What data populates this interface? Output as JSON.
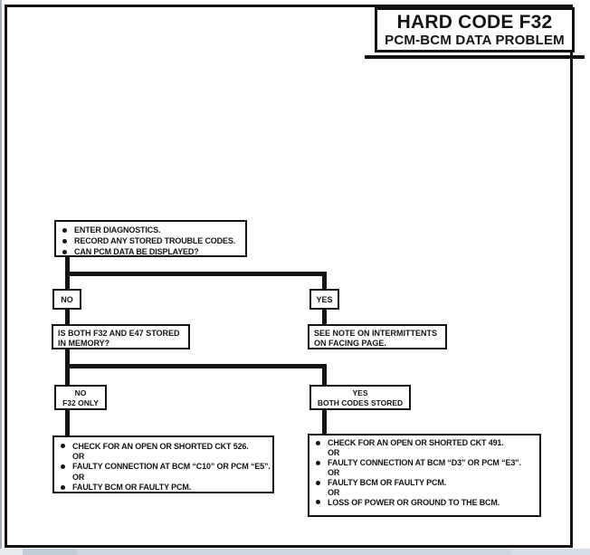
{
  "title_box": {
    "line1": "HARD CODE F32",
    "line2": "PCM-BCM DATA PROBLEM"
  },
  "start_box": {
    "items": [
      "ENTER DIAGNOSTICS.",
      "RECORD ANY STORED TROUBLE CODES.",
      "CAN PCM DATA BE DISPLAYED?"
    ]
  },
  "branch1": {
    "no": "NO",
    "yes": "YES"
  },
  "memory_question_box": {
    "line1": "IS BOTH F32 AND E47 STORED",
    "line2": "IN MEMORY?"
  },
  "see_note_box": {
    "line1": "SEE NOTE ON INTERMITTENTS",
    "line2": "ON FACING PAGE."
  },
  "branch2": {
    "no": {
      "line1": "NO",
      "line2": "F32 ONLY"
    },
    "yes": {
      "line1": "YES",
      "line2": "BOTH CODES STORED"
    }
  },
  "result_left_box": {
    "lines": [
      "CHECK FOR AN OPEN OR SHORTED CKT 526.",
      "OR",
      "FAULTY CONNECTION AT BCM “C10” OR PCM “E5”.",
      "OR",
      "FAULTY BCM OR FAULTY PCM."
    ]
  },
  "result_right_box": {
    "lines": [
      "CHECK FOR AN OPEN OR SHORTED CKT 491.",
      "OR",
      "FAULTY CONNECTION AT BCM “D3” OR PCM “E3”.",
      "OR",
      "FAULTY BCM OR FAULTY PCM.",
      "OR",
      "LOSS OF POWER OR GROUND TO THE BCM."
    ]
  },
  "colors": {
    "line_color": "#141414",
    "page_background": "#ffffff",
    "bottom_bar": "#cfd7e1"
  }
}
